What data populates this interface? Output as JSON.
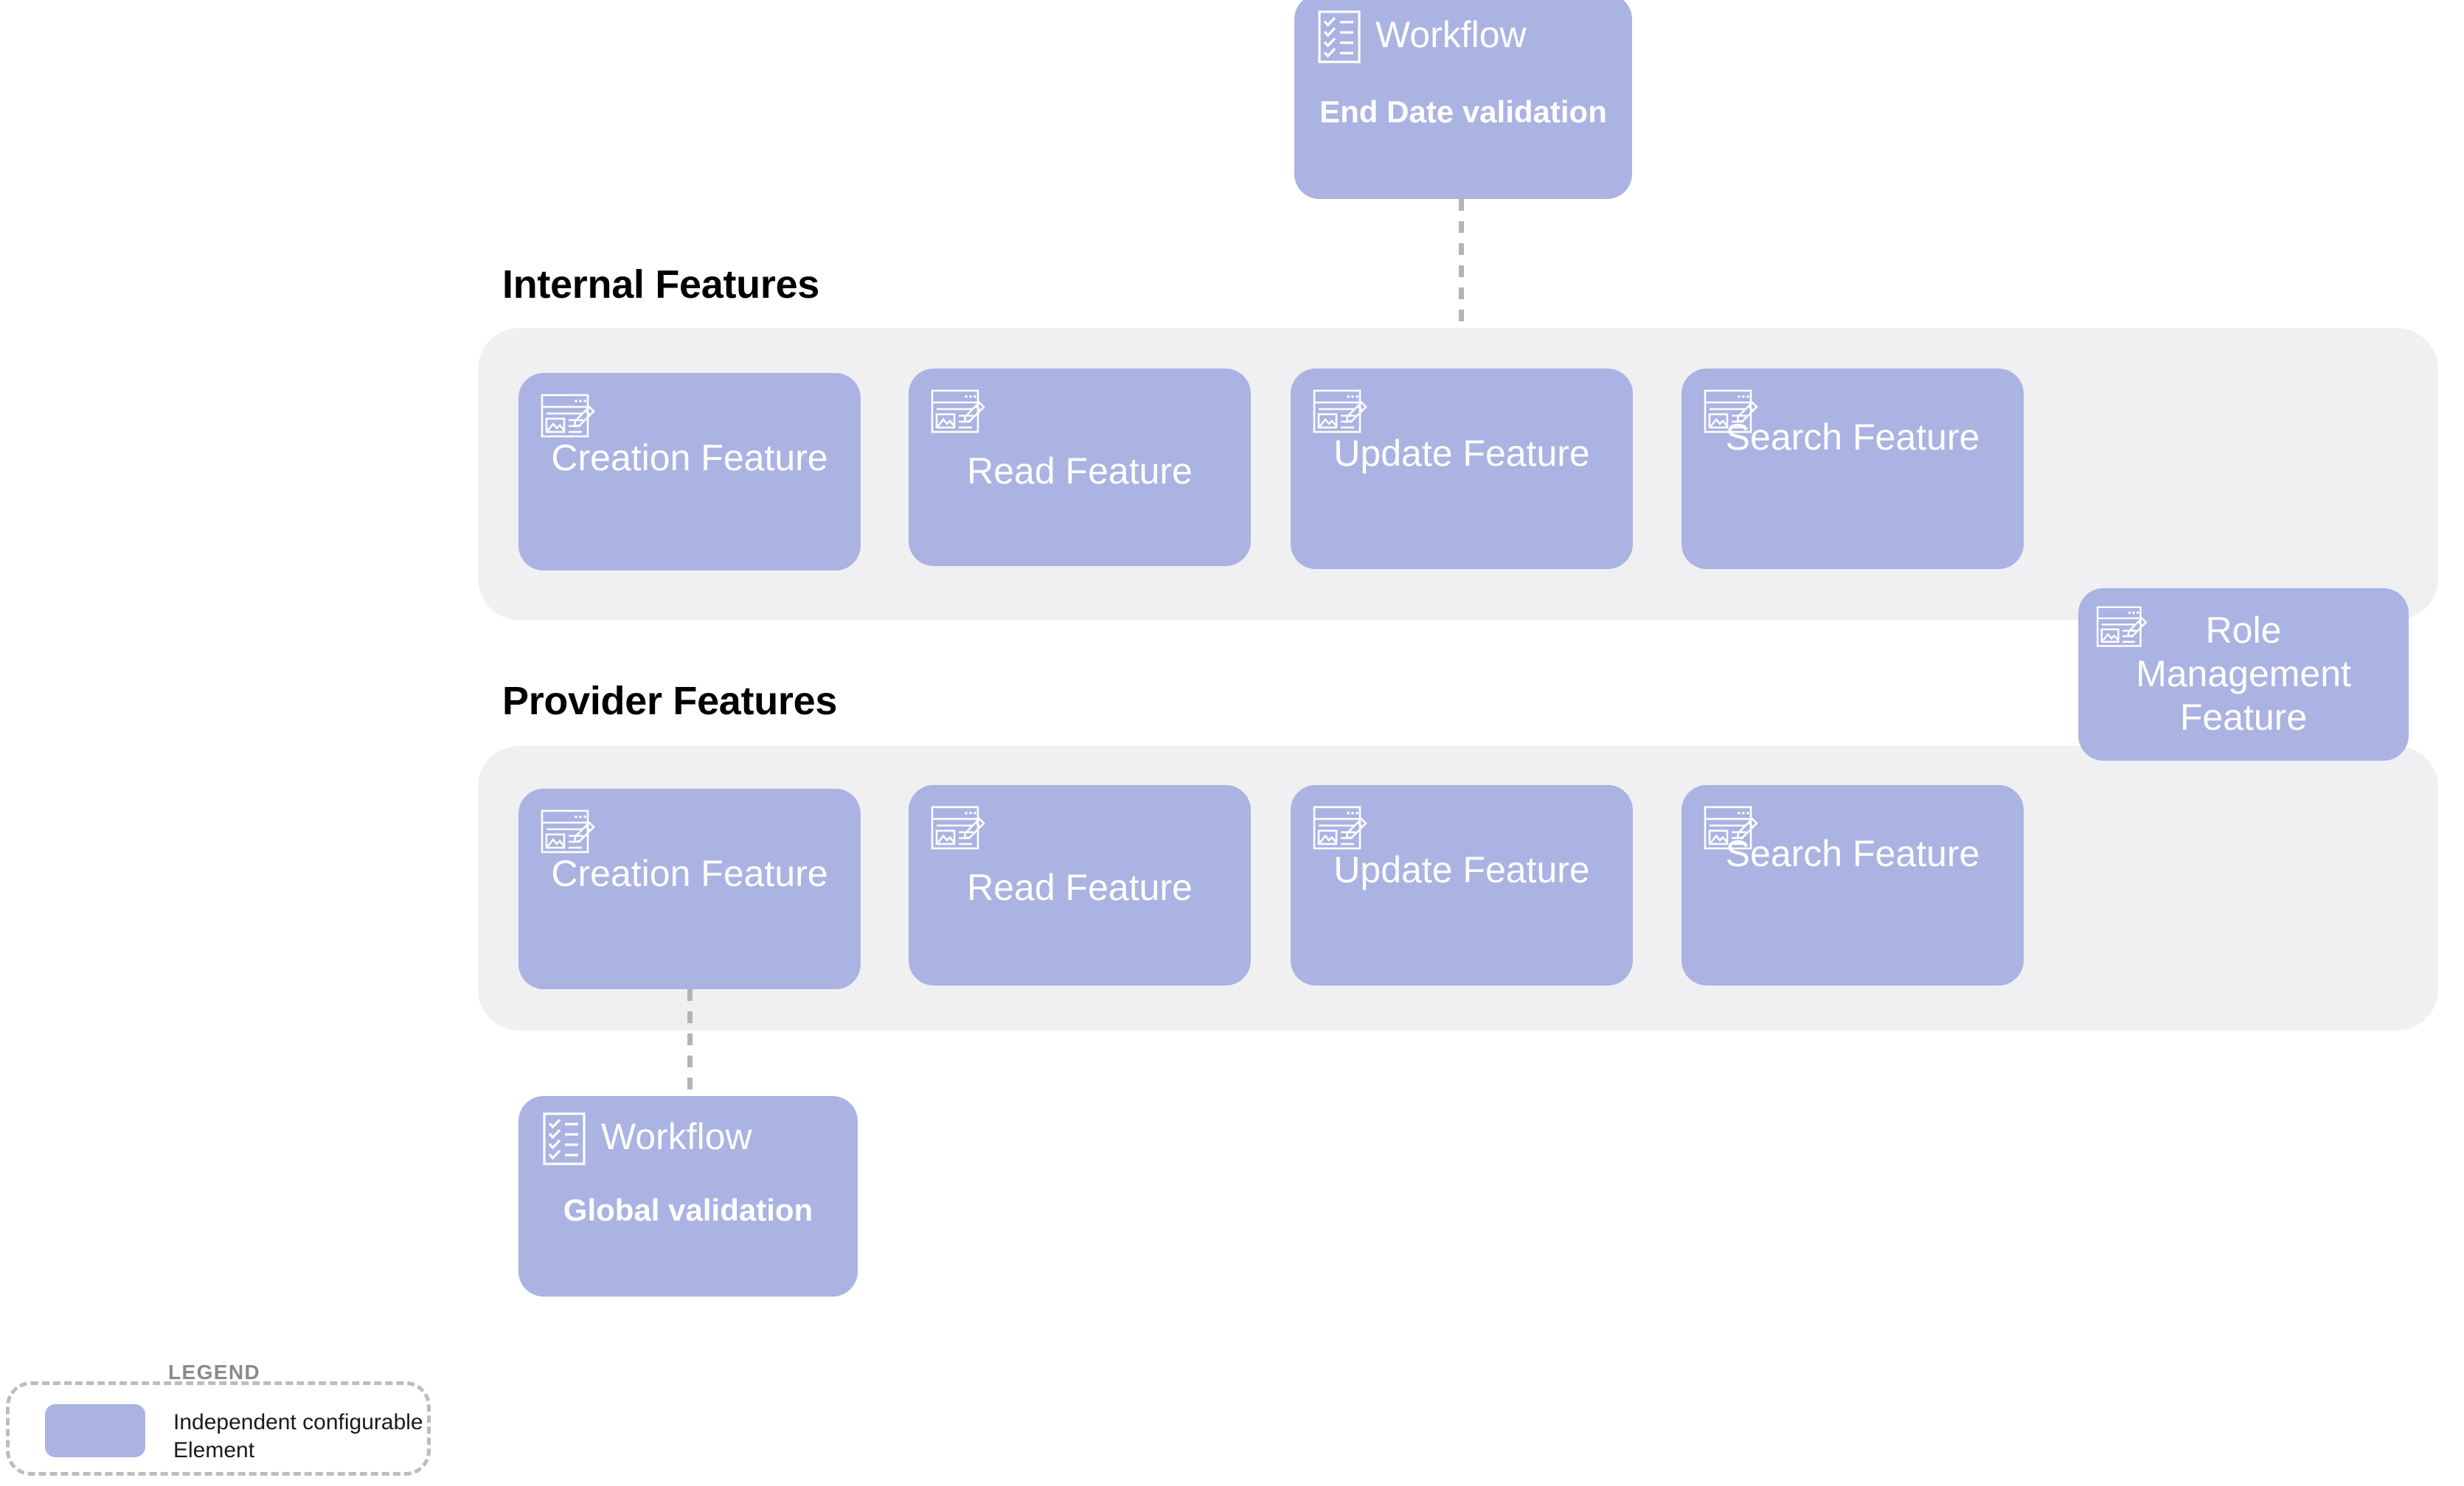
{
  "diagram": {
    "sections": [
      {
        "id": "internal",
        "heading": "Internal Features"
      },
      {
        "id": "provider",
        "heading": "Provider Features"
      }
    ],
    "internal_features": [
      {
        "label": "Creation Feature",
        "icon": "window-edit-icon"
      },
      {
        "label": "Read Feature",
        "icon": "window-edit-icon"
      },
      {
        "label": "Update Feature",
        "icon": "window-edit-icon"
      },
      {
        "label": "Search Feature",
        "icon": "window-edit-icon"
      }
    ],
    "provider_features": [
      {
        "label": "Creation Feature",
        "icon": "window-edit-icon"
      },
      {
        "label": "Read Feature",
        "icon": "window-edit-icon"
      },
      {
        "label": "Update Feature",
        "icon": "window-edit-icon"
      },
      {
        "label": "Search Feature",
        "icon": "window-edit-icon"
      }
    ],
    "standalone_feature": {
      "label": "Role Management Feature",
      "icon": "window-edit-icon"
    },
    "workflows": [
      {
        "id": "end-date",
        "title": "Workflow",
        "subtitle": "End Date validation",
        "icon": "checklist-icon"
      },
      {
        "id": "global",
        "title": "Workflow",
        "subtitle": "Global validation",
        "icon": "checklist-icon"
      }
    ],
    "legend": {
      "title": "LEGEND",
      "items": [
        {
          "swatch_color": "#aab3e2",
          "label": "Independent configurable Element"
        }
      ]
    },
    "colors": {
      "card": "#aab3e2",
      "panel": "#f0f0f2",
      "connector": "#b4b4b4",
      "legend_border": "#bdbdbd",
      "heading": "#000000",
      "card_text": "#ffffff"
    }
  }
}
